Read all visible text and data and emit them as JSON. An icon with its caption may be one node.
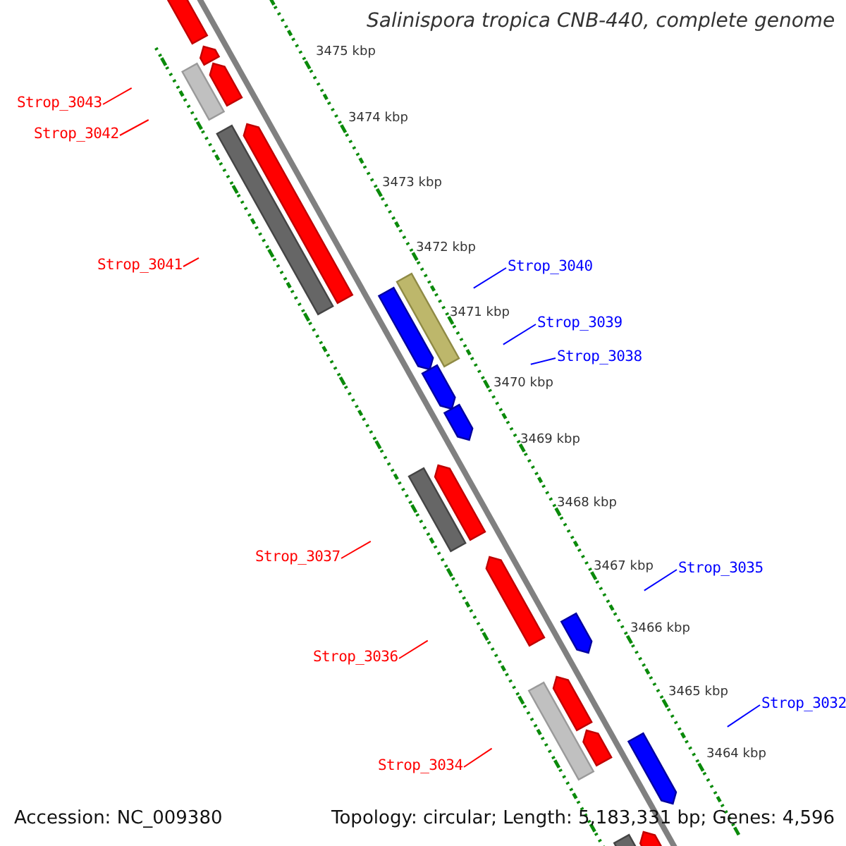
{
  "diagram": {
    "title": "Salinispora tropica CNB-440, complete genome",
    "nodes": [
      {
        "text": [
          "Strop_3043"
        ]
      },
      {
        "text": [
          "Strop_3042"
        ]
      },
      {
        "text": [
          "Strop_3041"
        ]
      },
      {
        "text": [
          "Strop_3040"
        ]
      },
      {
        "text": [
          "Strop_3039"
        ]
      },
      {
        "text": [
          "Strop_3038"
        ]
      },
      {
        "text": [
          "Strop_3037"
        ]
      },
      {
        "text": [
          "Strop_3036"
        ]
      },
      {
        "text": [
          "Strop_3035"
        ]
      },
      {
        "text": [
          "Strop_3034"
        ]
      },
      {
        "text": [
          "Strop_3032"
        ]
      }
    ],
    "edges": [
      {
        "from": 0,
        "to": null,
        "arrow": "none",
        "color": "#ff0000"
      },
      {
        "from": 1,
        "to": null,
        "arrow": "none",
        "color": "#ff0000"
      },
      {
        "from": 2,
        "to": null,
        "arrow": "none",
        "color": "#ff0000"
      },
      {
        "from": 3,
        "to": null,
        "arrow": "none",
        "color": "#0000ff"
      },
      {
        "from": 4,
        "to": null,
        "arrow": "none",
        "color": "#0000ff"
      },
      {
        "from": 5,
        "to": null,
        "arrow": "none",
        "color": "#0000ff"
      },
      {
        "from": 6,
        "to": null,
        "arrow": "none",
        "color": "#ff0000"
      },
      {
        "from": 7,
        "to": null,
        "arrow": "none",
        "color": "#ff0000"
      },
      {
        "from": 8,
        "to": null,
        "arrow": "none",
        "color": "#0000ff"
      },
      {
        "from": 9,
        "to": null,
        "arrow": "none",
        "color": "#ff0000"
      },
      {
        "from": 10,
        "to": null,
        "arrow": "none",
        "color": "#0000ff"
      }
    ],
    "labels": [
      "3475 kbp",
      "3474 kbp",
      "3473 kbp",
      "3472 kbp",
      "3471 kbp",
      "3470 kbp",
      "3469 kbp",
      "3468 kbp",
      "3467 kbp",
      "3466 kbp",
      "3465 kbp",
      "3464 kbp",
      "Accession: NC_009380",
      "Topology: circular; Length: 5,183,331 bp; Genes: 4,596"
    ]
  }
}
